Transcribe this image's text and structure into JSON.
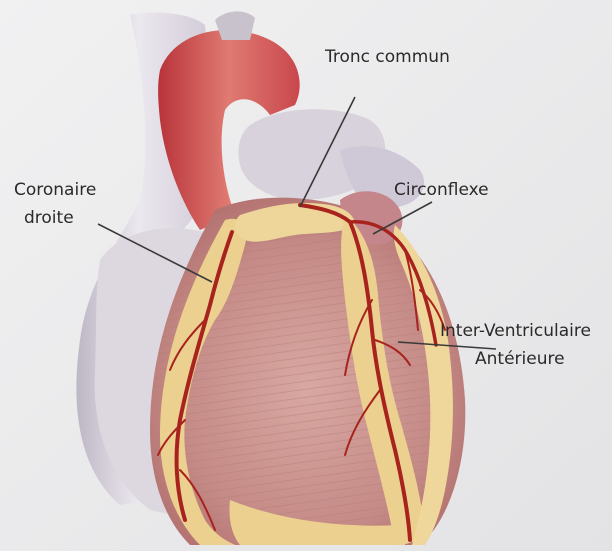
{
  "labels": {
    "tronc_commun": "Tronc commun",
    "coronaire_droite_line1": "Coronaire",
    "coronaire_droite_line2": "droite",
    "circonflexe": "Circonflexe",
    "inter_ventriculaire_line1": "Inter-Ventriculaire",
    "inter_ventriculaire_line2": "Antérieure"
  },
  "colors": {
    "background": "#e9e9ea",
    "vessel_pale": "#d9d4dc",
    "aorta": "#c9474c",
    "myocardium": "#c98e8a",
    "fat": "#ecd08f",
    "artery": "#a8231e"
  }
}
